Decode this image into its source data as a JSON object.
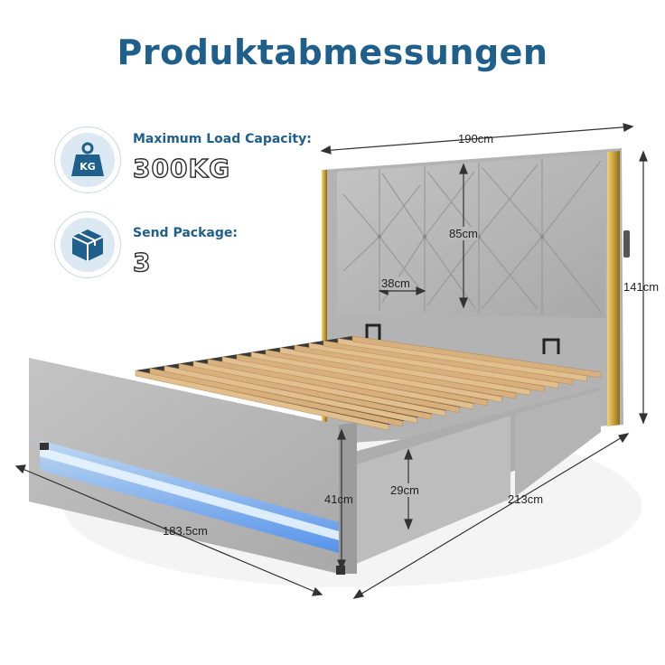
{
  "title": "Produktabmessungen",
  "specs": {
    "load_label": "Maximum Load Capacity:",
    "load_value": "300KG",
    "load_icon_text": "KG",
    "package_label": "Send Package:",
    "package_value": "3"
  },
  "dimensions": {
    "width_headboard": "190cm",
    "headboard_height": "85cm",
    "panel_width": "38cm",
    "total_height": "141cm",
    "footboard_height": "41cm",
    "side_height": "29cm",
    "length": "213cm",
    "front_width": "183.5cm"
  },
  "colors": {
    "accent": "#1f5f8b",
    "fabric": "#b9b9b9",
    "gold": "#c9a23a",
    "slat": "#d9b384",
    "led": "#5aa8ff"
  }
}
